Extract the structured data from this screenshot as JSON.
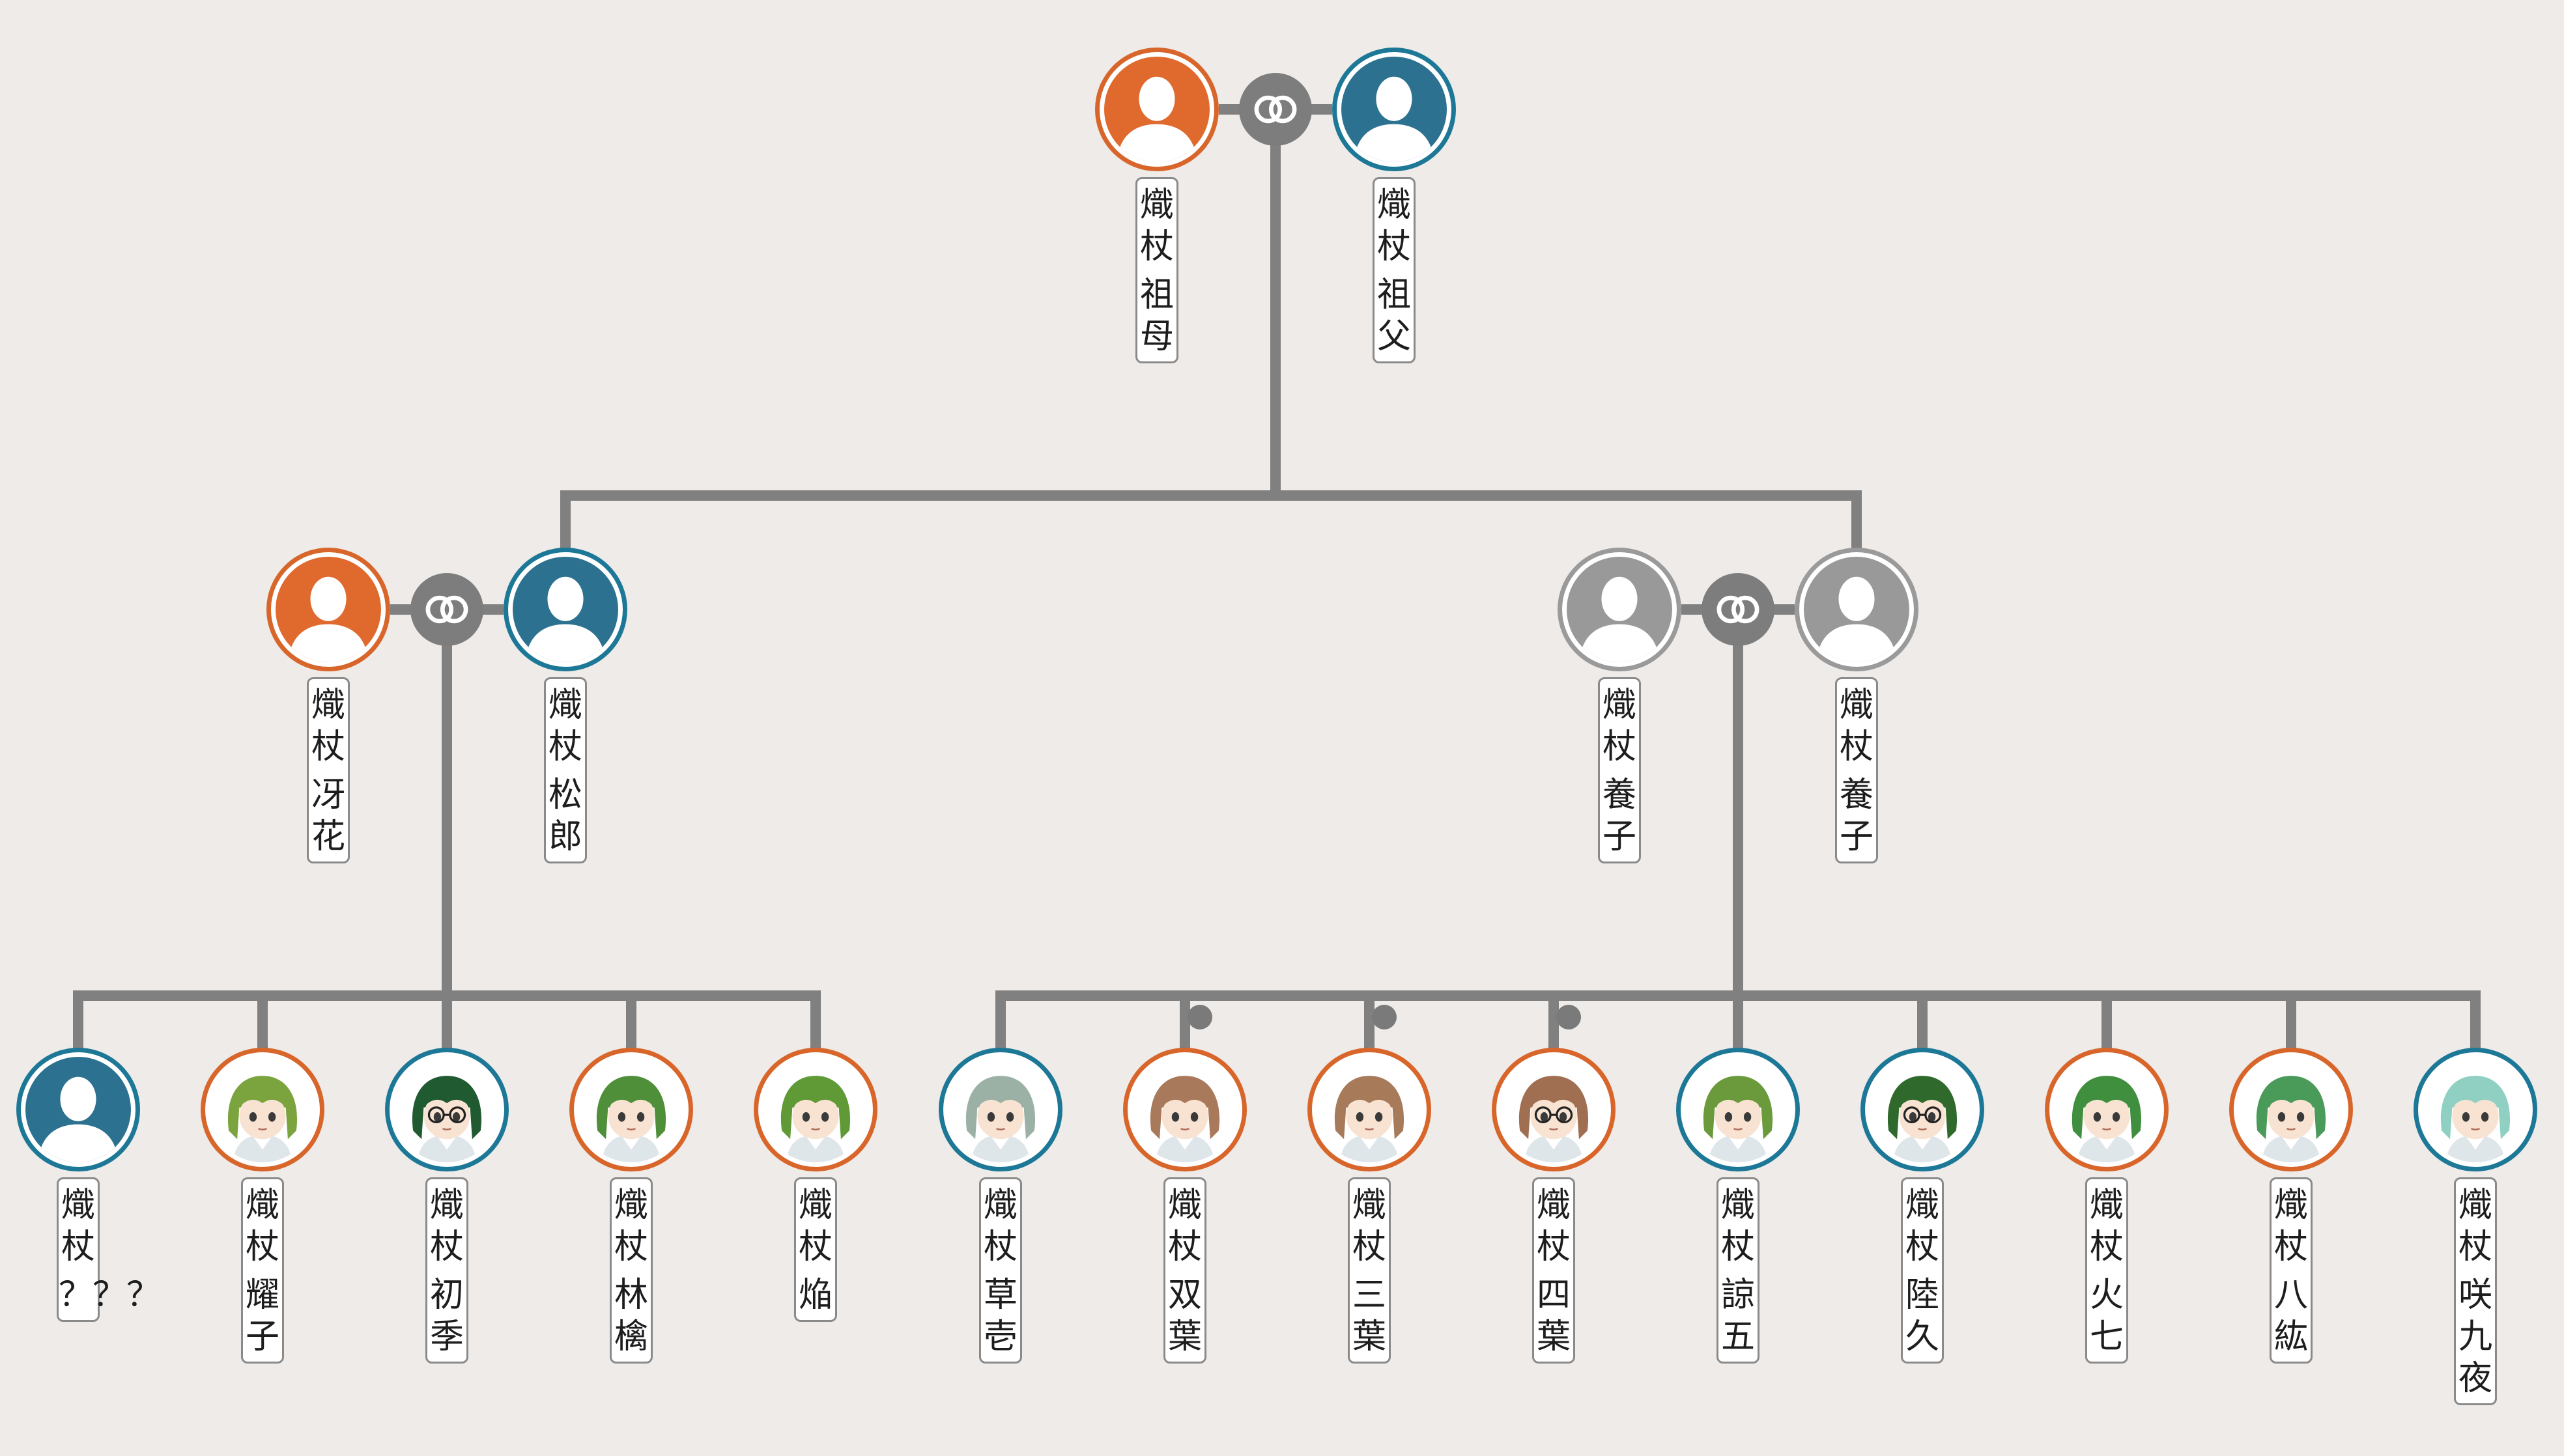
{
  "colors": {
    "background": "#eeebe8",
    "line": "#808080",
    "female_ring": "#d8662b",
    "male_ring": "#1c7896",
    "female_fill": "#e06a2e",
    "male_fill": "#2c7290",
    "unknown_ring": "#9a9a9a",
    "unknown_fill": "#999999",
    "hair_green": "#6f9e3a",
    "hair_dark_green": "#1f5a30",
    "hair_brown": "#a8785a",
    "hair_teal": "#8fcfc0",
    "hair_grey_green": "#9db3a8"
  },
  "icons": {
    "marriage": "interlocking-rings-icon",
    "silhouette": "person-silhouette-icon",
    "portrait": "character-portrait-icon"
  },
  "people": [
    {
      "id": "grandmother",
      "surname": "熾杖",
      "given": "祖母",
      "gender": "female",
      "avatar": "silhouette"
    },
    {
      "id": "grandfather",
      "surname": "熾杖",
      "given": "祖父",
      "gender": "male",
      "avatar": "silhouette"
    },
    {
      "id": "saeka",
      "surname": "熾杖",
      "given": "冴花",
      "gender": "female",
      "avatar": "silhouette"
    },
    {
      "id": "matsuro",
      "surname": "熾杖",
      "given": "松郎",
      "gender": "male",
      "avatar": "silhouette"
    },
    {
      "id": "adopted-1",
      "surname": "熾杖",
      "given": "養子",
      "gender": "unknown",
      "avatar": "silhouette"
    },
    {
      "id": "adopted-2",
      "surname": "熾杖",
      "given": "養子",
      "gender": "unknown",
      "avatar": "silhouette"
    },
    {
      "id": "unknown-child",
      "surname": "熾杖",
      "given": "？？？",
      "gender": "male",
      "avatar": "silhouette"
    },
    {
      "id": "yoko",
      "surname": "熾杖",
      "given": "耀子",
      "gender": "female",
      "avatar": "portrait",
      "hair": "#7ba43f",
      "glasses": false
    },
    {
      "id": "uiki",
      "surname": "熾杖",
      "given": "初季",
      "gender": "male",
      "avatar": "portrait",
      "hair": "#1f5a30",
      "glasses": true
    },
    {
      "id": "ringo",
      "surname": "熾杖",
      "given": "林檎",
      "gender": "female",
      "avatar": "portrait",
      "hair": "#4f8f3a",
      "glasses": false
    },
    {
      "id": "homura",
      "surname": "熾杖",
      "given": "焔",
      "gender": "female",
      "avatar": "portrait",
      "hair": "#5f9a36",
      "glasses": false
    },
    {
      "id": "soichi",
      "surname": "熾杖",
      "given": "草壱",
      "gender": "male",
      "avatar": "portrait",
      "hair": "#9bb1a6",
      "glasses": false
    },
    {
      "id": "futaba",
      "surname": "熾杖",
      "given": "双葉",
      "gender": "female",
      "avatar": "portrait",
      "hair": "#a9795b",
      "glasses": false
    },
    {
      "id": "miha",
      "surname": "熾杖",
      "given": "三葉",
      "gender": "female",
      "avatar": "portrait",
      "hair": "#a77a5a",
      "glasses": false
    },
    {
      "id": "yotsuba",
      "surname": "熾杖",
      "given": "四葉",
      "gender": "female",
      "avatar": "portrait",
      "hair": "#a06f52",
      "glasses": true
    },
    {
      "id": "ryogo",
      "surname": "熾杖",
      "given": "諒五",
      "gender": "male",
      "avatar": "portrait",
      "hair": "#6a9a3c",
      "glasses": false
    },
    {
      "id": "riku",
      "surname": "熾杖",
      "given": "陸久",
      "gender": "male",
      "avatar": "portrait",
      "hair": "#2f6a2c",
      "glasses": true
    },
    {
      "id": "kanana",
      "surname": "熾杖",
      "given": "火七",
      "gender": "female",
      "avatar": "portrait",
      "hair": "#3f8f3f",
      "glasses": false
    },
    {
      "id": "yahiro",
      "surname": "熾杖",
      "given": "八紘",
      "gender": "female",
      "avatar": "portrait",
      "hair": "#4a9a5a",
      "glasses": false
    },
    {
      "id": "sakuya",
      "surname": "熾杖",
      "given": "咲九夜",
      "gender": "male",
      "avatar": "portrait",
      "hair": "#8fd0c2",
      "glasses": false
    }
  ],
  "couples": [
    {
      "id": "grandparents",
      "partners": [
        "grandmother",
        "grandfather"
      ]
    },
    {
      "id": "saeka-matsuro",
      "partners": [
        "saeka",
        "matsuro"
      ]
    },
    {
      "id": "adoptive-parents",
      "partners": [
        "adopted-1",
        "adopted-2"
      ]
    }
  ],
  "families": [
    {
      "parents": "grandparents",
      "children": [
        "matsuro",
        "adopted-2"
      ]
    },
    {
      "parents": "saeka-matsuro",
      "children": [
        "unknown-child",
        "yoko",
        "uiki",
        "ringo",
        "homura"
      ]
    },
    {
      "parents": "adoptive-parents",
      "children": [
        "soichi",
        "futaba",
        "miha",
        "yotsuba",
        "ryogo",
        "riku",
        "kanana",
        "yahiro",
        "sakuya"
      ]
    }
  ],
  "siblings_linked": [
    "futaba",
    "miha",
    "yotsuba"
  ]
}
